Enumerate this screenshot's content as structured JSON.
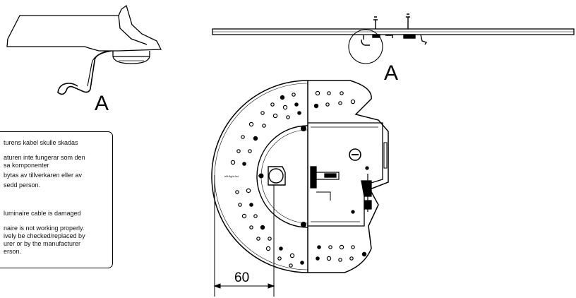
{
  "labels": {
    "detail_label_left": "A",
    "detail_label_right": "A",
    "dimension_value": "60",
    "tiny_print": "elit-light-lux"
  },
  "warning": {
    "sv_lines": [
      "turens kabel skulle skadas",
      "aturen inte fungerar som den",
      "sa komponenter",
      "bytas av tillverkaren eller av",
      "sedd person."
    ],
    "en_lines": [
      " luminaire cable is damaged",
      "naire is not working properly.",
      "ively be checked/replaced by",
      "urer or by the manufacturer",
      "erson."
    ]
  }
}
